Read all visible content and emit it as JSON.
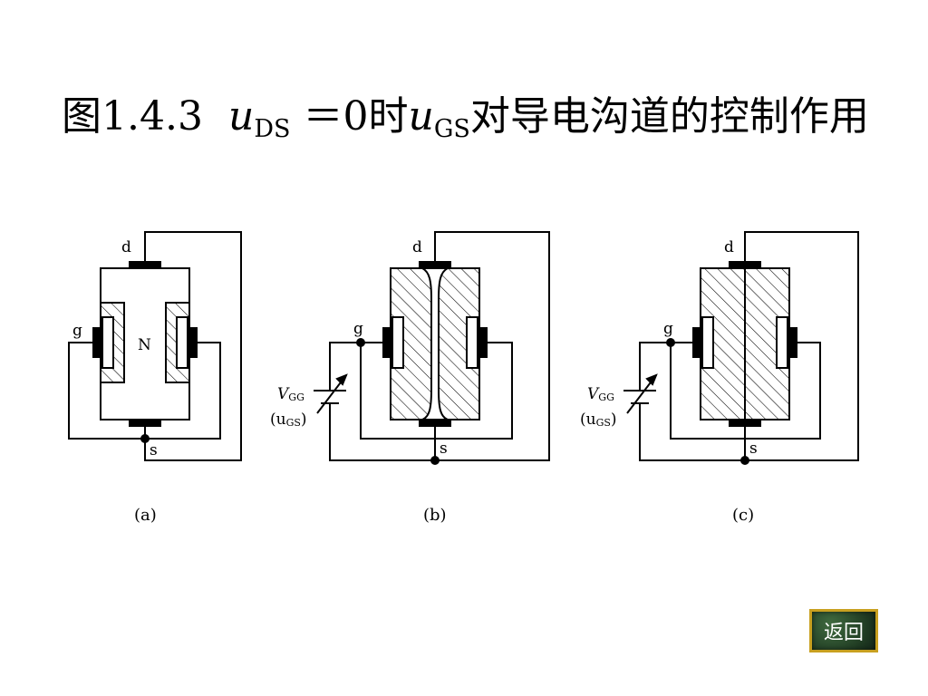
{
  "title": {
    "prefix": "图1.4.3",
    "u": "u",
    "ds_sub": "DS",
    "equals_zero": "＝0时",
    "u2": "u",
    "gs_sub": "GS",
    "suffix": "对导电沟道的控制作用"
  },
  "panels": {
    "a": {
      "caption": "(a)",
      "d_label": "d",
      "g_label": "g",
      "s_label": "s",
      "n_label": "N"
    },
    "b": {
      "caption": "(b)",
      "d_label": "d",
      "g_label": "g",
      "s_label": "s",
      "v_label": "V",
      "v_sub": "GG",
      "u_label": "(u",
      "u_sub": "GS",
      "u_close": ")"
    },
    "c": {
      "caption": "(c)",
      "d_label": "d",
      "g_label": "g",
      "s_label": "s",
      "v_label": "V",
      "v_sub": "GG",
      "u_label": "(u",
      "u_sub": "GS",
      "u_close": ")"
    }
  },
  "back_button": {
    "label": "返回"
  },
  "colors": {
    "button_bg": "#2a4a2c",
    "button_border": "#c8a020"
  }
}
